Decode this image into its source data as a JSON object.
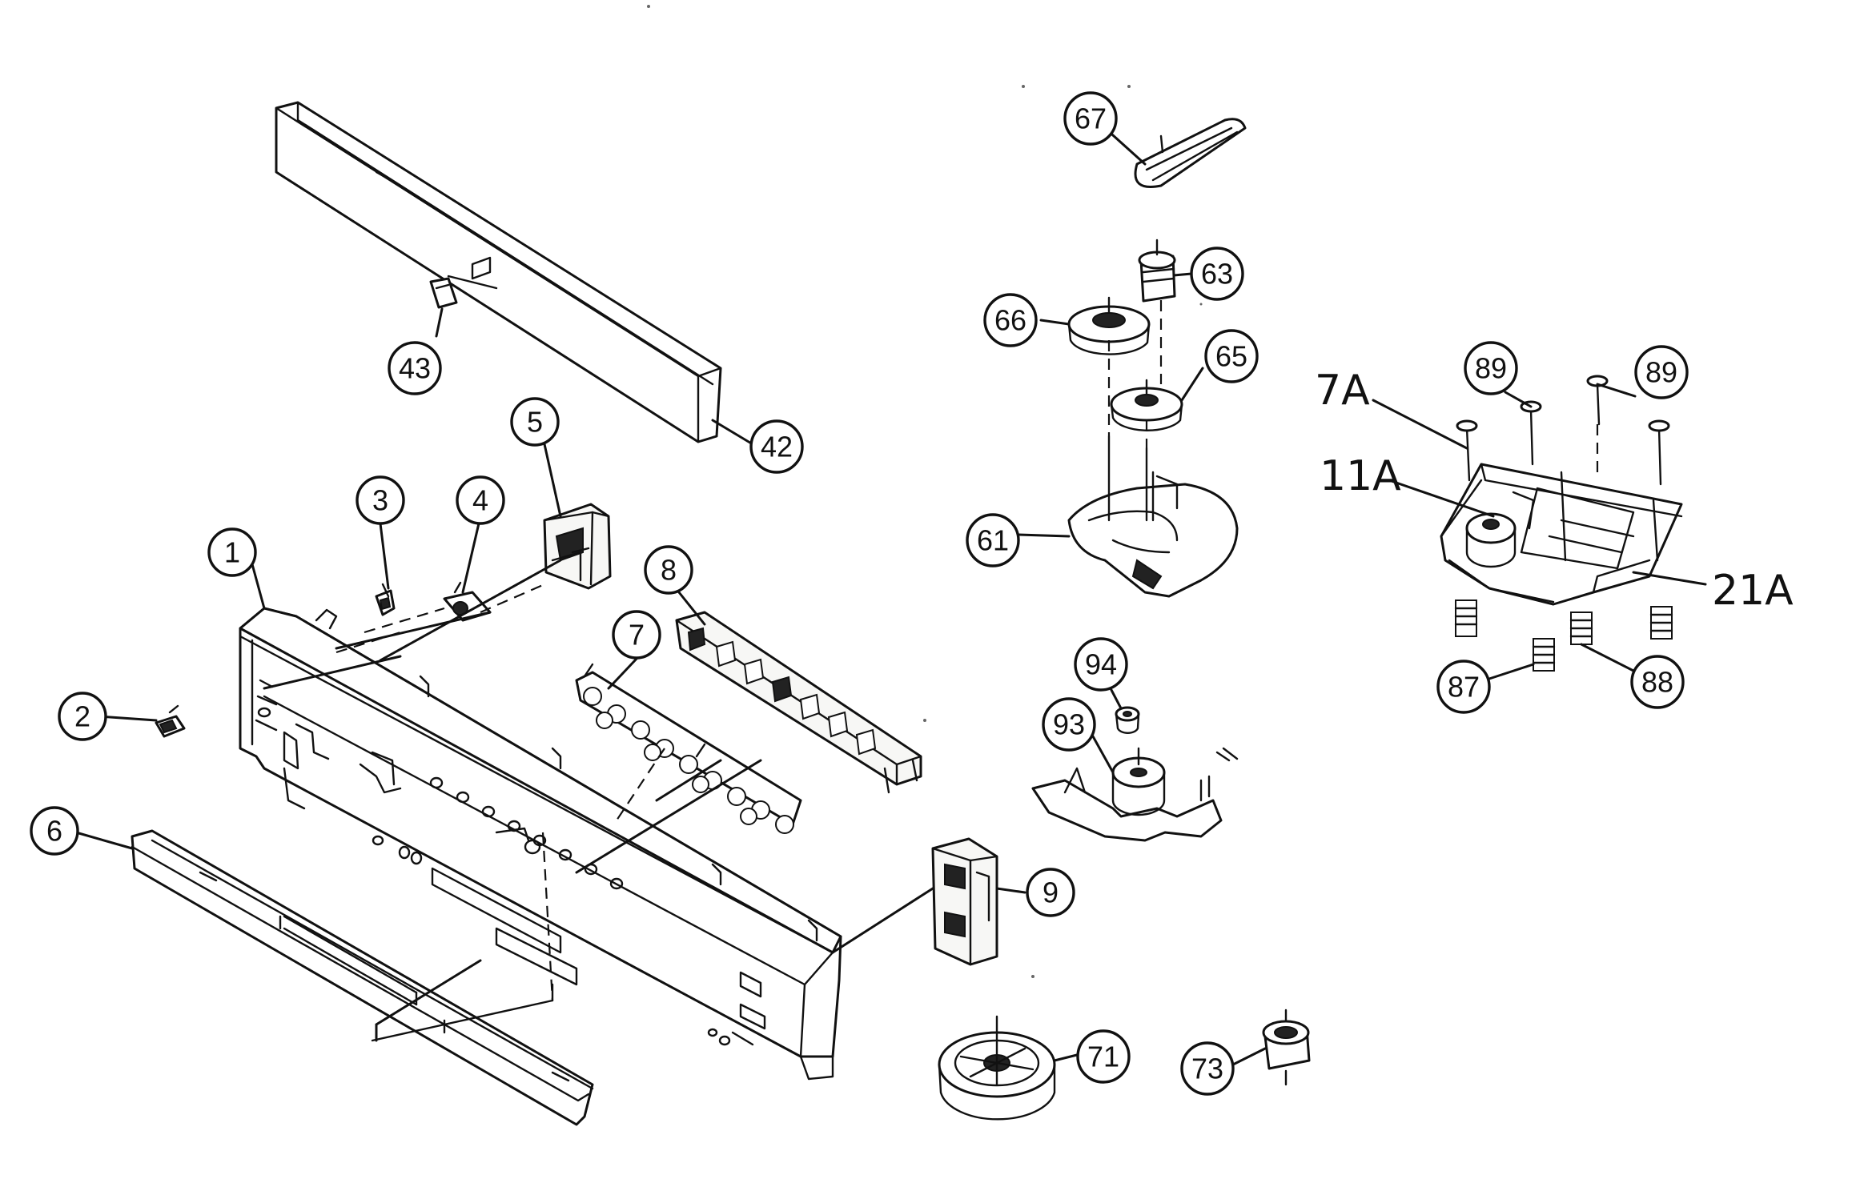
{
  "diagram": {
    "callouts": [
      {
        "id": "1",
        "label": "1"
      },
      {
        "id": "2",
        "label": "2"
      },
      {
        "id": "3",
        "label": "3"
      },
      {
        "id": "4",
        "label": "4"
      },
      {
        "id": "5",
        "label": "5"
      },
      {
        "id": "6",
        "label": "6"
      },
      {
        "id": "7",
        "label": "7"
      },
      {
        "id": "8",
        "label": "8"
      },
      {
        "id": "9",
        "label": "9"
      },
      {
        "id": "42",
        "label": "42"
      },
      {
        "id": "43",
        "label": "43"
      },
      {
        "id": "61",
        "label": "61"
      },
      {
        "id": "63",
        "label": "63"
      },
      {
        "id": "65",
        "label": "65"
      },
      {
        "id": "66",
        "label": "66"
      },
      {
        "id": "67",
        "label": "67"
      },
      {
        "id": "71",
        "label": "71"
      },
      {
        "id": "73",
        "label": "73"
      },
      {
        "id": "87",
        "label": "87"
      },
      {
        "id": "88",
        "label": "88"
      },
      {
        "id": "89a",
        "label": "89"
      },
      {
        "id": "89b",
        "label": "89"
      },
      {
        "id": "93",
        "label": "93"
      },
      {
        "id": "94",
        "label": "94"
      }
    ],
    "references": [
      {
        "id": "7A",
        "label": "7A"
      },
      {
        "id": "11A",
        "label": "11A"
      },
      {
        "id": "21A",
        "label": "21A"
      }
    ]
  }
}
